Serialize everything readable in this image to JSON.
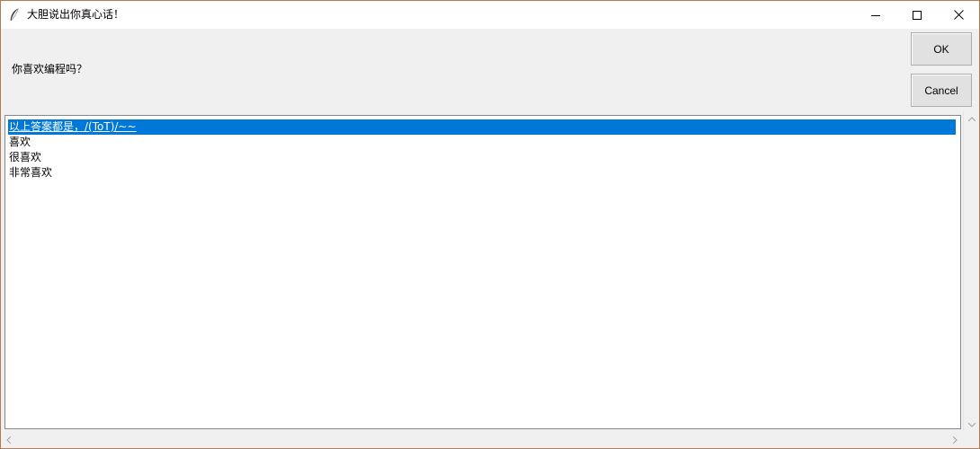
{
  "window": {
    "title": "大胆说出你真心话！",
    "controls": [
      "minimize",
      "maximize",
      "close"
    ]
  },
  "dialog": {
    "prompt": "你喜欢编程吗？",
    "ok_label": "OK",
    "cancel_label": "Cancel"
  },
  "listbox": {
    "items": [
      {
        "label": "以上答案都是，/(ToT)/~~",
        "selected": true
      },
      {
        "label": "喜欢",
        "selected": false
      },
      {
        "label": "很喜欢",
        "selected": false
      },
      {
        "label": "非常喜欢",
        "selected": false
      }
    ]
  },
  "colors": {
    "selection": "#0078d7",
    "window_bg": "#f0f0f0",
    "list_bg": "#ffffff"
  }
}
